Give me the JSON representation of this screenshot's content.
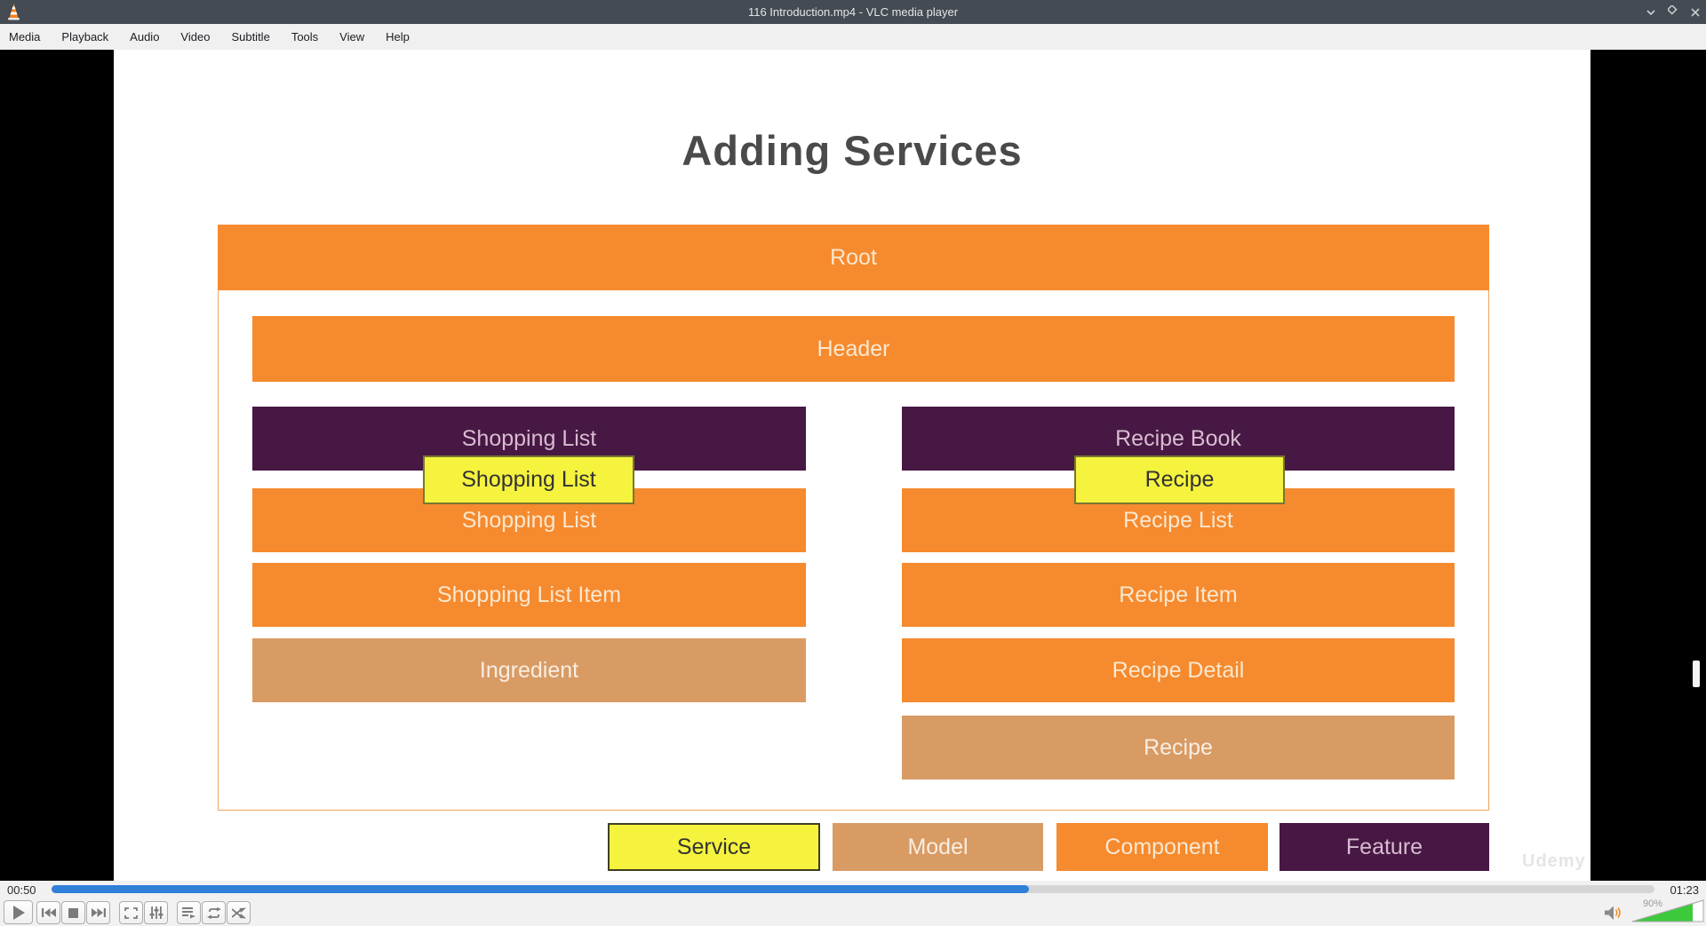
{
  "window": {
    "title": "116 Introduction.mp4 - VLC media player"
  },
  "menu": {
    "items": [
      "Media",
      "Playback",
      "Audio",
      "Video",
      "Subtitle",
      "Tools",
      "View",
      "Help"
    ]
  },
  "diagram": {
    "title": "Adding Services",
    "root": "Root",
    "header": "Header",
    "left": {
      "feature": "Shopping List",
      "service": "Shopping List",
      "component_top": "Shopping List",
      "component_item": "Shopping List Item",
      "model": "Ingredient"
    },
    "right": {
      "feature": "Recipe Book",
      "service": "Recipe",
      "component_list": "Recipe List",
      "component_item": "Recipe Item",
      "component_detail": "Recipe Detail",
      "model": "Recipe"
    },
    "legend": {
      "service": "Service",
      "model": "Model",
      "component": "Component",
      "feature": "Feature"
    },
    "watermark": "Udemy"
  },
  "player": {
    "elapsed": "00:50",
    "total": "01:23",
    "progress_percent": 61,
    "volume_label": "90%",
    "volume_fill_percent": 85
  },
  "icons": {
    "window_controls": [
      "minimize-icon",
      "maximize-icon",
      "close-icon"
    ],
    "transport": [
      "play-icon",
      "previous-icon",
      "stop-icon",
      "next-icon",
      "fullscreen-icon",
      "extended-settings-icon",
      "playlist-icon",
      "loop-icon",
      "shuffle-icon"
    ],
    "volume": "speaker-icon",
    "app": "vlc-cone-icon"
  },
  "colors": {
    "orange": "#F68A2E",
    "purple": "#471843",
    "tan": "#D99B64",
    "yellow": "#F5F33E",
    "titlebar": "#454B53",
    "seek_blue": "#3080D8",
    "volume_green": "#3CC93C"
  }
}
